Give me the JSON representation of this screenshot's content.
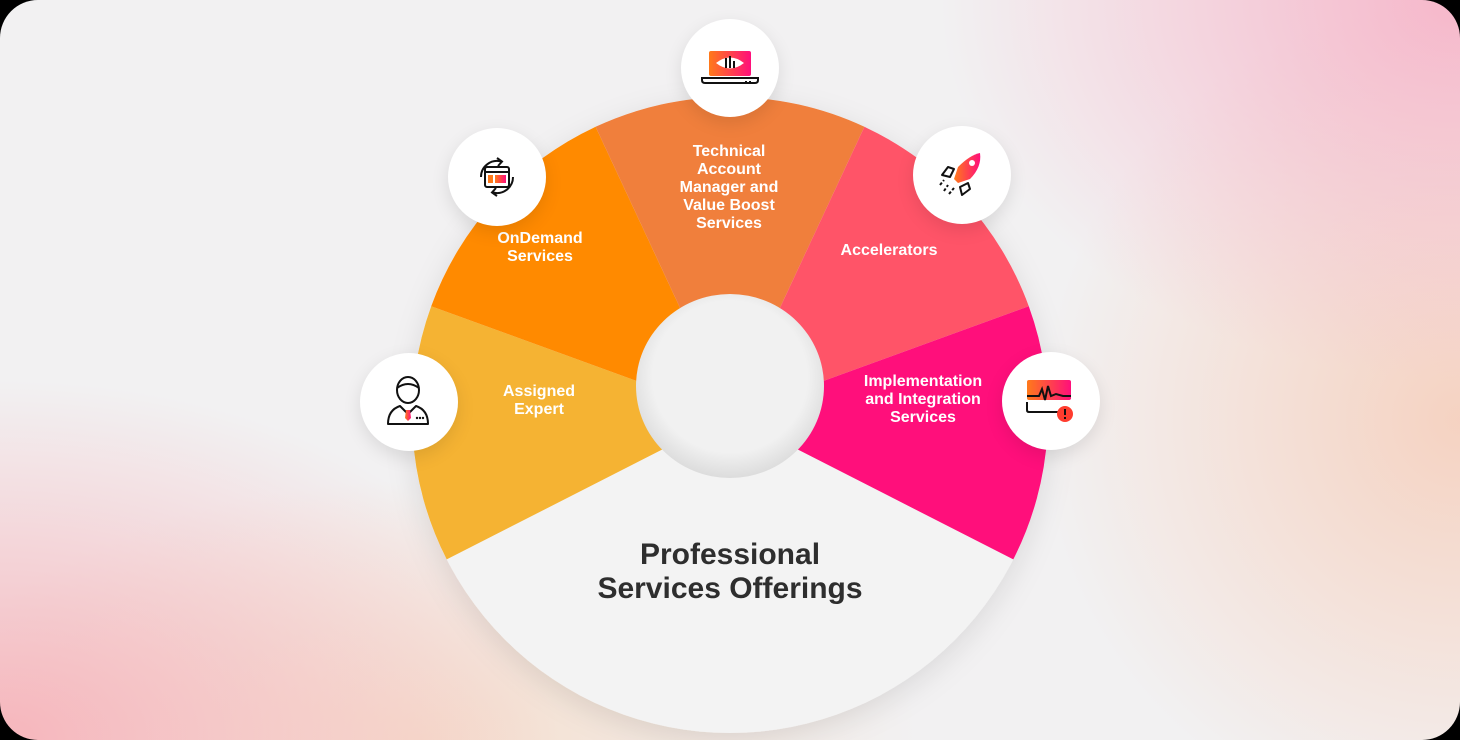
{
  "diagram": {
    "title": "Professional\nServices Offerings",
    "center_title_color": "#2e2e2e",
    "segments": [
      {
        "id": "assigned-expert",
        "label": "Assigned\nExpert",
        "color": "#f5b333",
        "icon": "person-icon"
      },
      {
        "id": "ondemand-services",
        "label": "OnDemand\nServices",
        "color": "#ff8a00",
        "icon": "refresh-window-icon"
      },
      {
        "id": "technical-account-manager",
        "label": "Technical\nAccount\nManager and\nValue Boost\nServices",
        "color": "#f07f3c",
        "icon": "laptop-eye-icon"
      },
      {
        "id": "accelerators",
        "label": "Accelerators",
        "color": "#ff5468",
        "icon": "rocket-icon"
      },
      {
        "id": "implementation-integration",
        "label": "Implementation\nand Integration\nServices",
        "color": "#ff0f7b",
        "icon": "monitor-alert-icon"
      }
    ],
    "base_color": "#f3f3f3",
    "icon_gradient": [
      "#ff7a1a",
      "#ff0f7b"
    ]
  }
}
